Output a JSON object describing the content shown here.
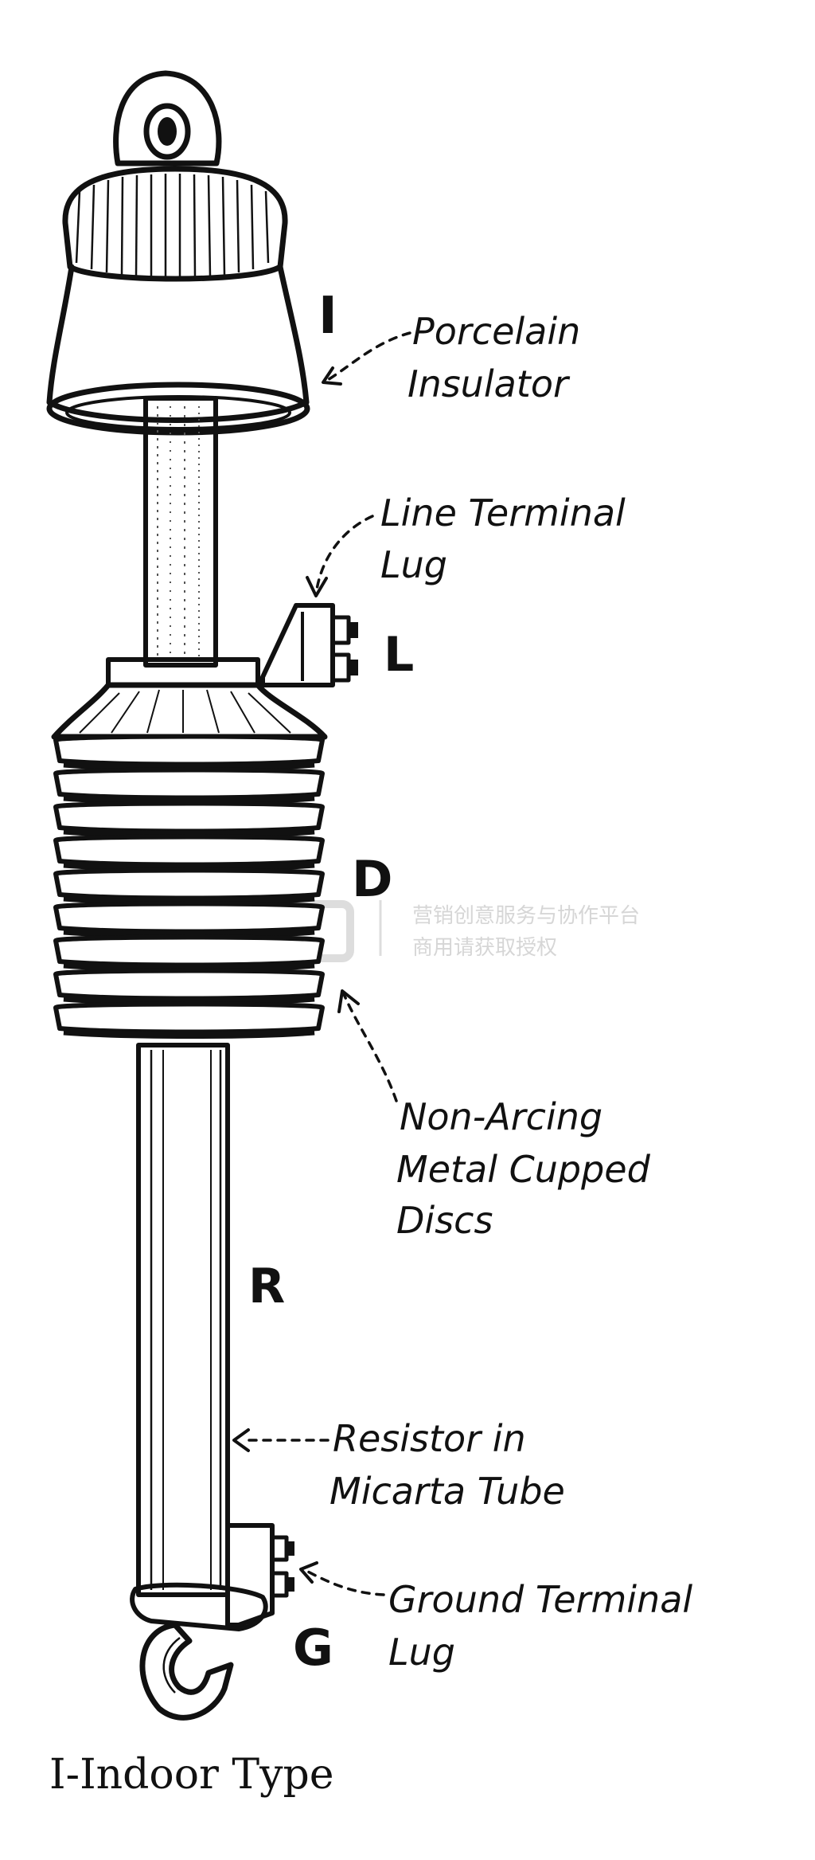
{
  "diagram": {
    "caption": "I-Indoor Type",
    "part_letters": {
      "insulator": "I",
      "line_lug": "L",
      "discs": "D",
      "resistor": "R",
      "ground_lug": "G"
    },
    "callouts": {
      "porcelain": [
        "Porcelain",
        "Insulator"
      ],
      "line_terminal": [
        "Line Terminal",
        "Lug"
      ],
      "discs": [
        "Non-Arcing",
        "Metal Cupped",
        "Discs"
      ],
      "resistor": [
        "Resistor in",
        "Micarta Tube"
      ],
      "ground_terminal": [
        "Ground Terminal",
        "Lug"
      ]
    }
  },
  "watermark": {
    "line1": "营销创意服务与协作平台",
    "line2": "商用请获取授权"
  }
}
